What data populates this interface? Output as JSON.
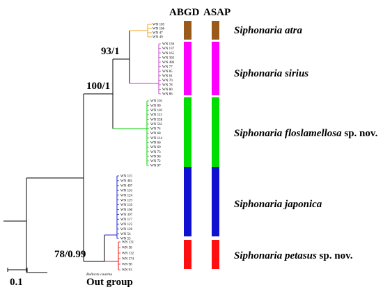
{
  "headers": {
    "abgd": "ABGD",
    "asap": "ASAP"
  },
  "support": {
    "root": "100/1",
    "atra_sirius": "93/1",
    "japonica_petasus": "78/0.99"
  },
  "outgroup": {
    "label": "Out group",
    "taxon": "Bullacta caurina"
  },
  "scale_label": "0.1",
  "clades": [
    {
      "id": "atra",
      "genus": "Siphonaria",
      "epithet": "atra",
      "suffix": "",
      "color": "#9a5a1a",
      "tree_color": "#f0a020",
      "tips": [
        "WN 105",
        "WN 106",
        "WN 47",
        "WN 49"
      ]
    },
    {
      "id": "sirius",
      "genus": "Siphonaria",
      "epithet": "sirius",
      "suffix": "",
      "color": "#ff00ff",
      "tree_color": "#c040c0",
      "tips": [
        "WN 136",
        "WN 137",
        "WN 165",
        "WN 392",
        "WN 496",
        "WN 77",
        "WN 85",
        "WN 61",
        "WN 70",
        "WN 78",
        "WN 80",
        "WN 86"
      ]
    },
    {
      "id": "floslamellosa",
      "genus": "Siphonaria",
      "epithet": "floslamellosa",
      "suffix": "sp. nov.",
      "color": "#00dd00",
      "tree_color": "#00cc00",
      "tips": [
        "WN 101",
        "WN 99",
        "WN 110",
        "WN 113",
        "WN 558",
        "WN 561",
        "WN 74",
        "WN 68",
        "WN 114",
        "WN 66",
        "WN 69",
        "WN 73",
        "WN 96",
        "WN 72",
        "WN 97"
      ]
    },
    {
      "id": "japonica",
      "genus": "Siphonaria",
      "epithet": "japonica",
      "suffix": "",
      "color": "#1010d0",
      "tree_color": "#2020cc",
      "tips": [
        "WN 115",
        "WN 481",
        "WN 497",
        "WN 116",
        "WN 124",
        "WN 119",
        "WN 135",
        "WN 160",
        "WN 397",
        "WN 117",
        "WN 125",
        "WN 120",
        "WN 54",
        "WN 55"
      ]
    },
    {
      "id": "petasus",
      "genus": "Siphonaria",
      "epithet": "petasus",
      "suffix": "sp. nov.",
      "color": "#ff1010",
      "tree_color": "#ee1010",
      "tips": [
        "WN 131",
        "WN 58",
        "WN 132",
        "WN 574",
        "WN 98",
        "WN 93"
      ]
    }
  ]
}
